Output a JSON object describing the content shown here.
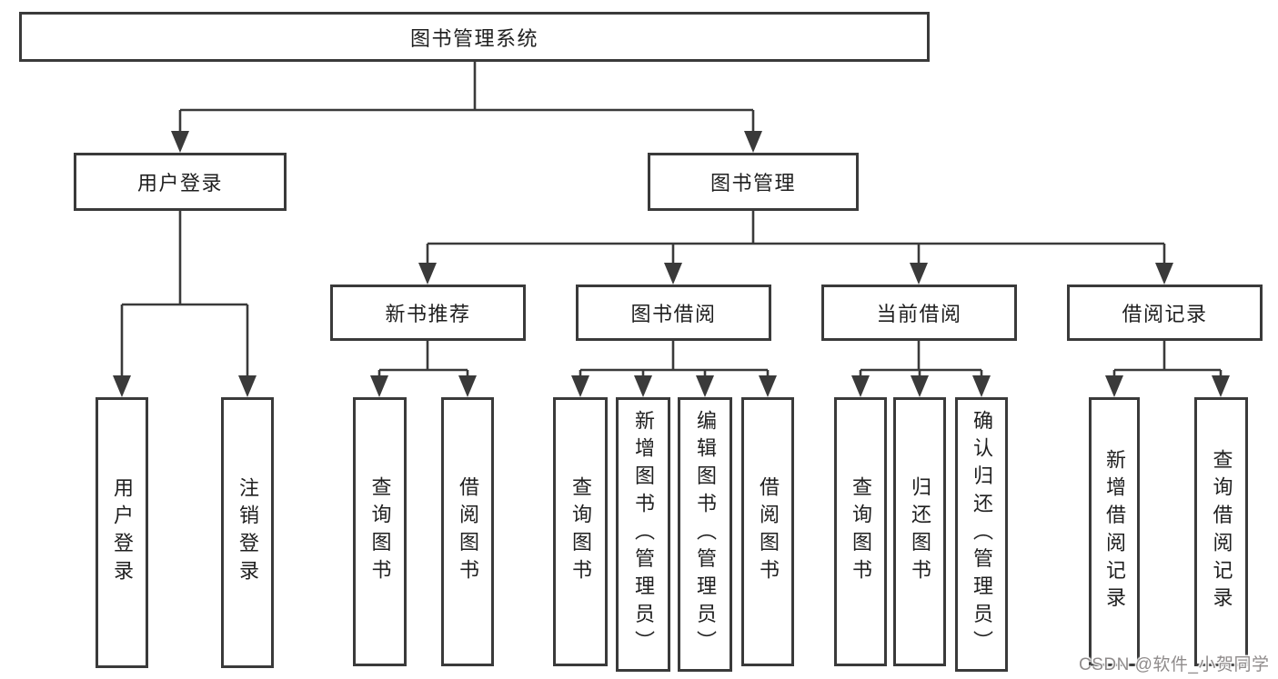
{
  "diagram": {
    "title": "图书管理系统",
    "root": {
      "label": "图书管理系统"
    },
    "branches": [
      {
        "label": "用户登录",
        "children": [
          {
            "label": "用户登录"
          },
          {
            "label": "注销登录"
          }
        ]
      },
      {
        "label": "图书管理",
        "sections": [
          {
            "label": "新书推荐",
            "children": [
              {
                "label": "查询图书"
              },
              {
                "label": "借阅图书"
              }
            ]
          },
          {
            "label": "图书借阅",
            "children": [
              {
                "label": "查询图书"
              },
              {
                "label": "新增图书（管理员）"
              },
              {
                "label": "编辑图书（管理员）"
              },
              {
                "label": "借阅图书"
              }
            ]
          },
          {
            "label": "当前借阅",
            "children": [
              {
                "label": "查询图书"
              },
              {
                "label": "归还图书"
              },
              {
                "label": "确认归还（管理员）"
              }
            ]
          },
          {
            "label": "借阅记录",
            "children": [
              {
                "label": "新增借阅记录"
              },
              {
                "label": "查询借阅记录"
              }
            ]
          }
        ]
      }
    ]
  },
  "watermark": {
    "text": "CSDN @软件_小贺同学"
  },
  "colors": {
    "line": "#3a3a3a",
    "text": "#1f1f1f",
    "background": "#ffffff",
    "watermark_text": "#8f8b8b"
  }
}
